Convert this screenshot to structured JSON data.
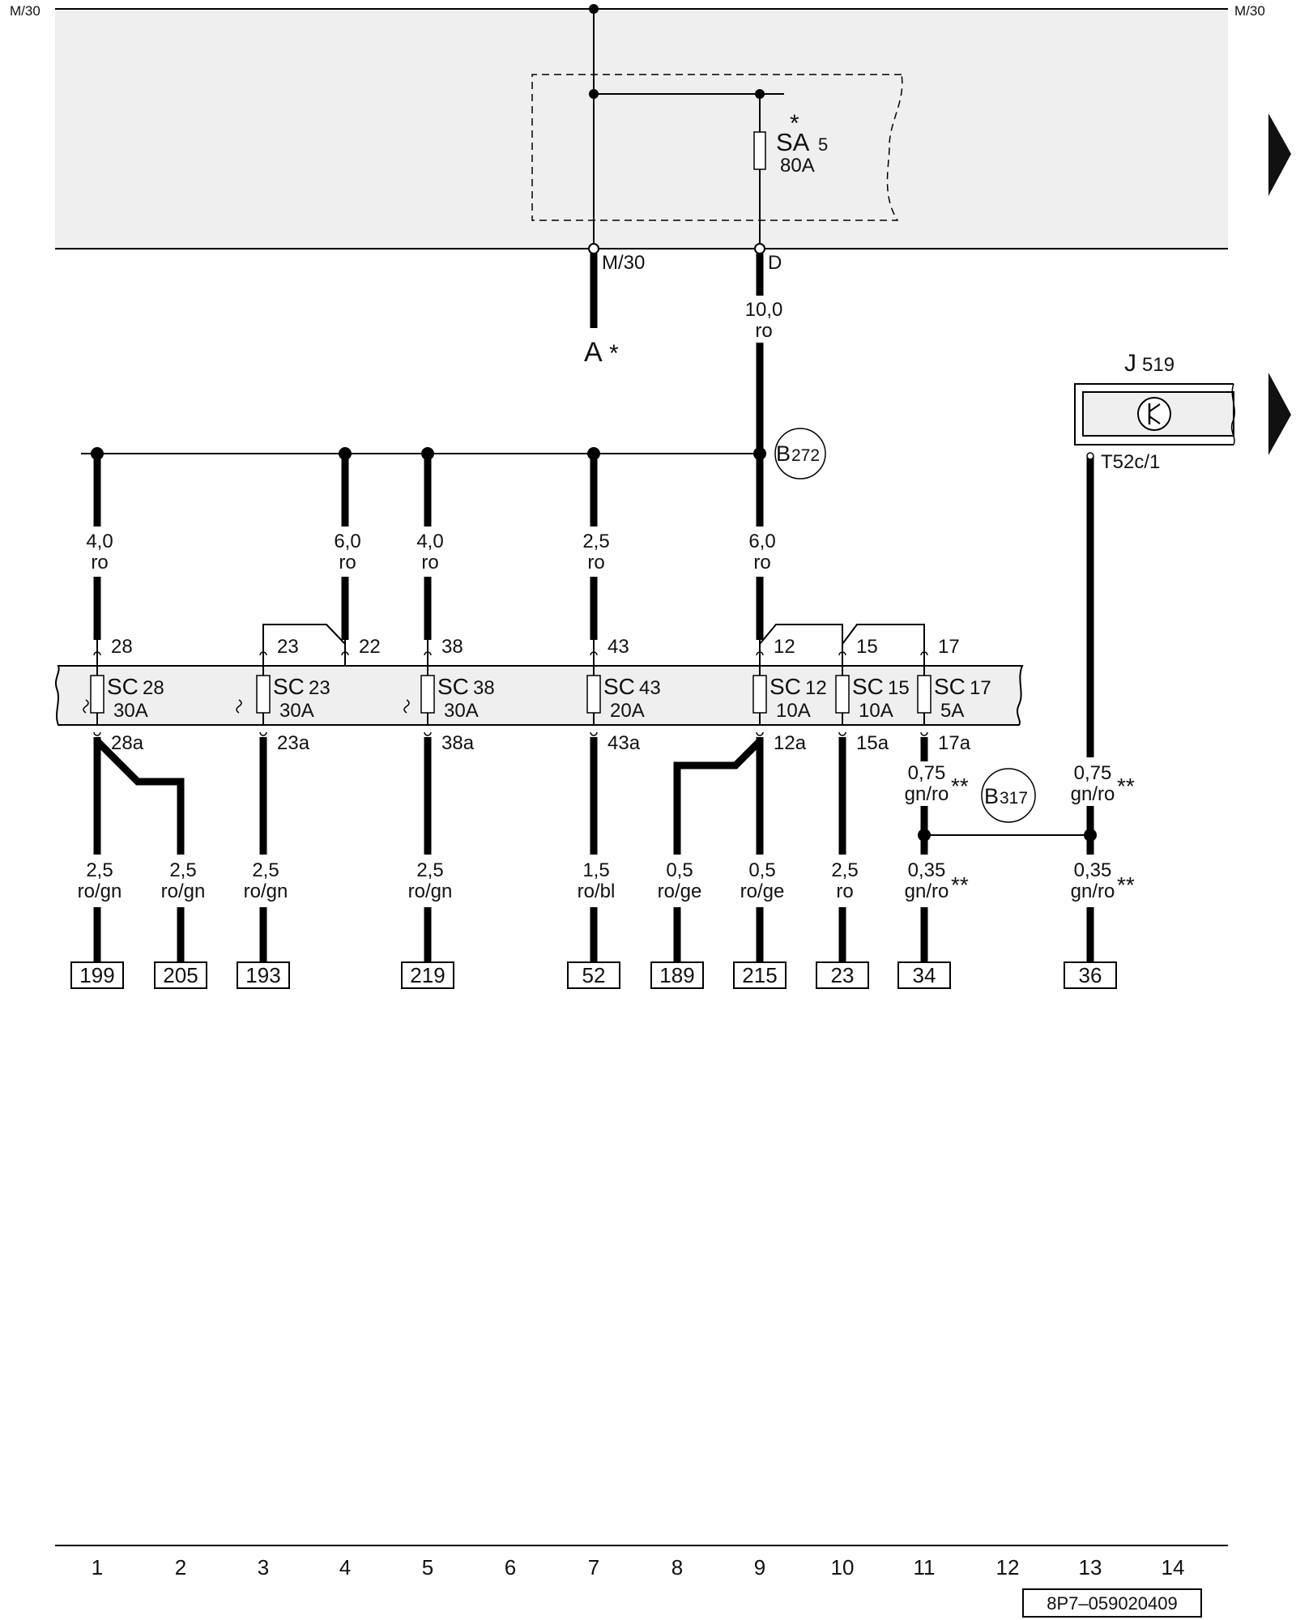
{
  "edge_labels": {
    "left": "M/30",
    "right": "M/30"
  },
  "fuse_box_top": {
    "star": "*",
    "fuse_name": "SA",
    "fuse_index": "5",
    "fuse_rating": "80A",
    "term_m30": "M/30",
    "term_d": "D"
  },
  "wire_a": {
    "label": "A",
    "star": "*"
  },
  "main_feed": {
    "gauge": "10,0",
    "color": "ro"
  },
  "connector_b272": {
    "prefix": "B",
    "number": "272"
  },
  "connector_b317": {
    "prefix": "B",
    "number": "317"
  },
  "module_j519": {
    "prefix": "J",
    "number": "519",
    "pin": "T52c/1"
  },
  "upper_wires": [
    {
      "gauge": "4,0",
      "color": "ro"
    },
    {
      "gauge": "6,0",
      "color": "ro"
    },
    {
      "gauge": "4,0",
      "color": "ro"
    },
    {
      "gauge": "2,5",
      "color": "ro"
    },
    {
      "gauge": "6,0",
      "color": "ro"
    }
  ],
  "top_pins": [
    "28",
    "23",
    "22",
    "38",
    "43",
    "12",
    "15",
    "17"
  ],
  "fuses": [
    {
      "name": "SC",
      "num": "28",
      "rating": "30A"
    },
    {
      "name": "SC",
      "num": "23",
      "rating": "30A"
    },
    {
      "name": "SC",
      "num": "38",
      "rating": "30A"
    },
    {
      "name": "SC",
      "num": "43",
      "rating": "20A"
    },
    {
      "name": "SC",
      "num": "12",
      "rating": "10A"
    },
    {
      "name": "SC",
      "num": "15",
      "rating": "10A"
    },
    {
      "name": "SC",
      "num": "17",
      "rating": "5A"
    }
  ],
  "bottom_pins": [
    "28a",
    "23a",
    "38a",
    "43a",
    "12a",
    "15a",
    "17a"
  ],
  "mid_wires": [
    {
      "gauge": "0,75",
      "color": "gn/ro",
      "mark": "**"
    },
    {
      "gauge": "0,75",
      "color": "gn/ro",
      "mark": "**"
    }
  ],
  "lower_wires": [
    {
      "gauge": "2,5",
      "color": "ro/gn"
    },
    {
      "gauge": "2,5",
      "color": "ro/gn"
    },
    {
      "gauge": "2,5",
      "color": "ro/gn"
    },
    {
      "gauge": "2,5",
      "color": "ro/gn"
    },
    {
      "gauge": "1,5",
      "color": "ro/bl"
    },
    {
      "gauge": "0,5",
      "color": "ro/ge"
    },
    {
      "gauge": "0,5",
      "color": "ro/ge"
    },
    {
      "gauge": "2,5",
      "color": "ro"
    },
    {
      "gauge": "0,35",
      "color": "gn/ro",
      "mark": "**"
    },
    {
      "gauge": "0,35",
      "color": "gn/ro",
      "mark": "**"
    }
  ],
  "destinations": [
    "199",
    "205",
    "193",
    "219",
    "52",
    "189",
    "215",
    "23",
    "34",
    "36"
  ],
  "columns": [
    "1",
    "2",
    "3",
    "4",
    "5",
    "6",
    "7",
    "8",
    "9",
    "10",
    "11",
    "12",
    "13",
    "14"
  ],
  "diagram_code": "8P7–059020409"
}
